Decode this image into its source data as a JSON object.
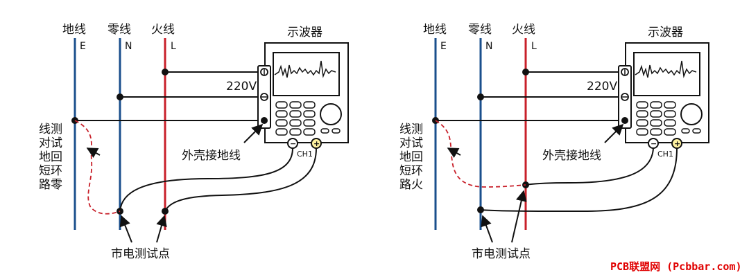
{
  "colors": {
    "earth": "#1a4f8c",
    "neutral": "#1a4f8c",
    "live": "#c8202a",
    "dashed": "#c8202a",
    "wire": "#111111",
    "watermark": "#e00000"
  },
  "panels": [
    {
      "lines": [
        {
          "name": "地线",
          "tag": "E"
        },
        {
          "name": "零线",
          "tag": "N"
        },
        {
          "name": "火线",
          "tag": "L"
        }
      ],
      "scope_title": "示波器",
      "voltage": "220V",
      "ground_label": "外壳接地线",
      "channel": "CH1",
      "probe_minus": "−",
      "probe_plus": "+",
      "test_points": "市电测试点",
      "short_text": [
        "线测",
        "对试",
        "地回",
        "短环",
        "路零"
      ]
    },
    {
      "lines": [
        {
          "name": "地线",
          "tag": "E"
        },
        {
          "name": "零线",
          "tag": "N"
        },
        {
          "name": "火线",
          "tag": "L"
        }
      ],
      "scope_title": "示波器",
      "voltage": "220V",
      "ground_label": "外壳接地线",
      "channel": "CH1",
      "probe_minus": "−",
      "probe_plus": "+",
      "test_points": "市电测试点",
      "short_text": [
        "线测",
        "对试",
        "地回",
        "短环",
        "路火"
      ]
    }
  ],
  "watermark": "PCB联盟网 (Pcbbar.com)"
}
